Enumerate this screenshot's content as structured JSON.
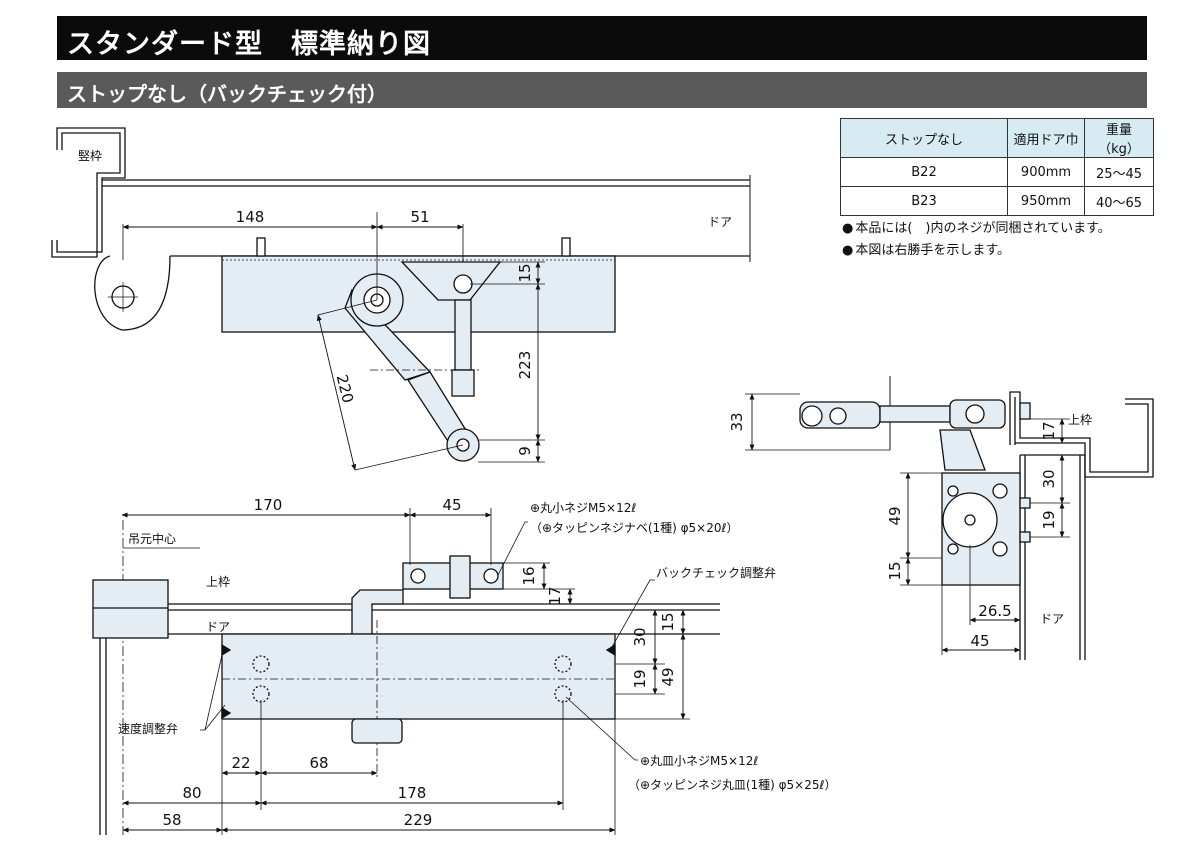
{
  "header": {
    "title": "スタンダード型　標準納り図",
    "subtitle": "ストップなし（バックチェック付）"
  },
  "spec_table": {
    "headers": [
      "ストップなし",
      "適用ドア巾",
      "重量（kg）"
    ],
    "rows": [
      [
        "B22",
        "900mm",
        "25～45"
      ],
      [
        "B23",
        "950mm",
        "40～65"
      ]
    ]
  },
  "notes": [
    "本品には(　)内のネジが同梱されています。",
    "本図は右勝手を示します。"
  ],
  "top_view": {
    "frame_label": "竪枠",
    "door_label": "ドア",
    "dims": [
      "148",
      "51",
      "15",
      "223",
      "220",
      "9"
    ]
  },
  "front_view": {
    "hinge_center_label": "吊元中心",
    "upper_frame_label": "上枠",
    "door_label": "ドア",
    "screw1": "⊕丸小ネジM5×12ℓ",
    "screw1_alt": "（⊕タッピンネジナベ(1種) φ5×20ℓ）",
    "backcheck_label": "バックチェック調整弁",
    "speed_label": "速度調整弁",
    "screw2": "⊕丸皿小ネジM5×12ℓ",
    "screw2_alt": "（⊕タッピンネジ丸皿(1種) φ5×25ℓ）",
    "dims": [
      "170",
      "45",
      "16",
      "17",
      "15",
      "30",
      "19",
      "49",
      "22",
      "68",
      "80",
      "178",
      "58",
      "229"
    ]
  },
  "side_view": {
    "upper_frame_label": "上枠",
    "door_label": "ドア",
    "dims": [
      "33",
      "17",
      "30",
      "19",
      "49",
      "15",
      "26.5",
      "45"
    ]
  },
  "colors": {
    "title_bg": "#0b0b0b",
    "subtitle_bg": "#5a5a5a",
    "table_header_bg": "#d7ebf3",
    "body_fill": "#e4edf4"
  }
}
